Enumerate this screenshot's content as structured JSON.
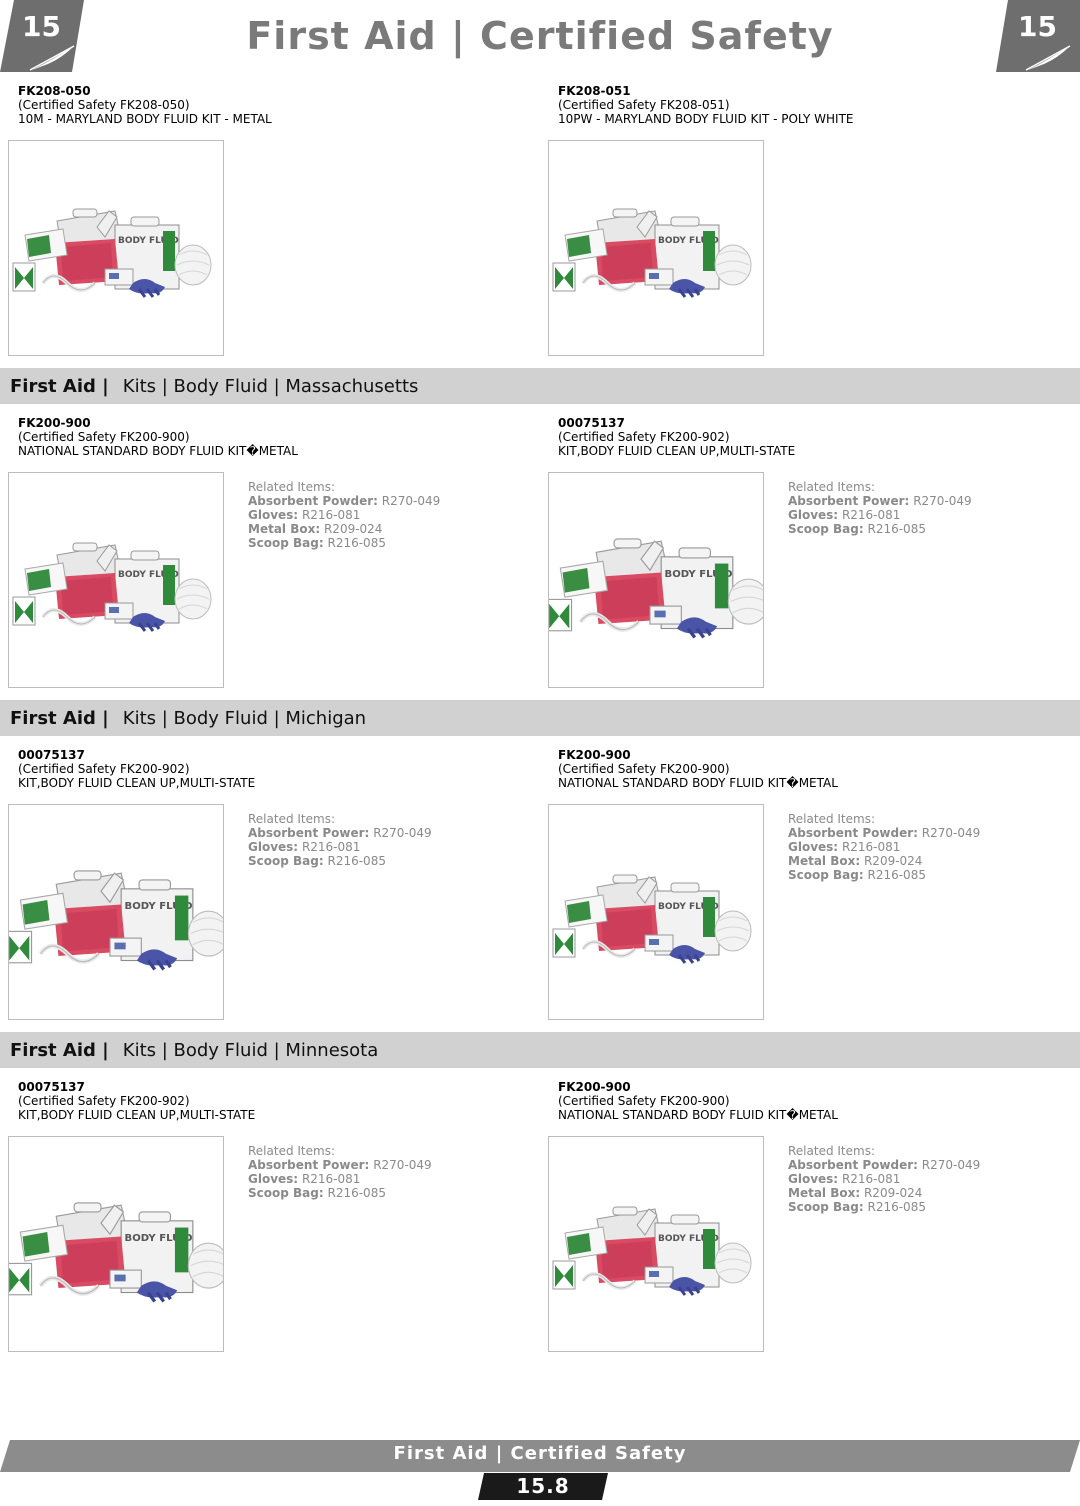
{
  "header": {
    "page_tab_number": "15",
    "title": "First Aid | Certified Safety"
  },
  "top_products": [
    {
      "sku": "FK208-050",
      "brand": "(Certified Safety FK208-050)",
      "description": "10M - MARYLAND BODY FLUID KIT - METAL",
      "image": "body-fluid-kit-metal"
    },
    {
      "sku": "FK208-051",
      "brand": "(Certified Safety FK208-051)",
      "description": "10PW - MARYLAND BODY FLUID KIT - POLY WHITE",
      "image": "body-fluid-kit-metal"
    }
  ],
  "sections": [
    {
      "bold": "First Aid |",
      "rest": "Kits | Body Fluid | Massachusetts",
      "products": [
        {
          "sku": "FK200-900",
          "brand": "(Certified Safety FK200-900)",
          "description": "NATIONAL STANDARD BODY FLUID KIT�METAL",
          "related_title": "Related Items:",
          "related": [
            {
              "label": "Absorbent Powder:",
              "value": "R270-049"
            },
            {
              "label": "Gloves:",
              "value": "R216-081"
            },
            {
              "label": "Metal Box:",
              "value": "R209-024"
            },
            {
              "label": "Scoop Bag:",
              "value": "R216-085"
            }
          ]
        },
        {
          "sku": "00075137",
          "brand": "(Certified Safety FK200-902)",
          "description": "KIT,BODY FLUID CLEAN UP,MULTI-STATE",
          "related_title": "Related Items:",
          "related": [
            {
              "label": "Absorbent Power:",
              "value": "R270-049"
            },
            {
              "label": "Gloves:",
              "value": "R216-081"
            },
            {
              "label": "Scoop Bag:",
              "value": "R216-085"
            }
          ]
        }
      ]
    },
    {
      "bold": "First Aid |",
      "rest": "Kits | Body Fluid | Michigan",
      "products": [
        {
          "sku": "00075137",
          "brand": "(Certified Safety FK200-902)",
          "description": "KIT,BODY FLUID CLEAN UP,MULTI-STATE",
          "related_title": "Related Items:",
          "related": [
            {
              "label": "Absorbent Power:",
              "value": "R270-049"
            },
            {
              "label": "Gloves:",
              "value": "R216-081"
            },
            {
              "label": "Scoop Bag:",
              "value": "R216-085"
            }
          ]
        },
        {
          "sku": "FK200-900",
          "brand": "(Certified Safety FK200-900)",
          "description": "NATIONAL STANDARD BODY FLUID KIT�METAL",
          "related_title": "Related Items:",
          "related": [
            {
              "label": "Absorbent Powder:",
              "value": "R270-049"
            },
            {
              "label": "Gloves:",
              "value": "R216-081"
            },
            {
              "label": "Metal Box:",
              "value": "R209-024"
            },
            {
              "label": "Scoop Bag:",
              "value": "R216-085"
            }
          ]
        }
      ]
    },
    {
      "bold": "First Aid |",
      "rest": "Kits | Body Fluid | Minnesota",
      "products": [
        {
          "sku": "00075137",
          "brand": "(Certified Safety FK200-902)",
          "description": "KIT,BODY FLUID CLEAN UP,MULTI-STATE",
          "related_title": "Related Items:",
          "related": [
            {
              "label": "Absorbent Power:",
              "value": "R270-049"
            },
            {
              "label": "Gloves:",
              "value": "R216-081"
            },
            {
              "label": "Scoop Bag:",
              "value": "R216-085"
            }
          ]
        },
        {
          "sku": "FK200-900",
          "brand": "(Certified Safety FK200-900)",
          "description": "NATIONAL STANDARD BODY FLUID KIT�METAL",
          "related_title": "Related Items:",
          "related": [
            {
              "label": "Absorbent Powder:",
              "value": "R270-049"
            },
            {
              "label": "Gloves:",
              "value": "R216-081"
            },
            {
              "label": "Metal Box:",
              "value": "R209-024"
            },
            {
              "label": "Scoop Bag:",
              "value": "R216-085"
            }
          ]
        }
      ]
    }
  ],
  "footer": {
    "title": "First Aid | Certified Safety",
    "page_number": "15.8"
  },
  "colors": {
    "tab_gray": "#6e6e6e",
    "title_gray": "#7a7a7a",
    "section_bar": "#d1d1d1",
    "related_text": "#8a8a8a",
    "footer_gray": "#8c8c8c",
    "footer_black": "#1a1a1a"
  }
}
